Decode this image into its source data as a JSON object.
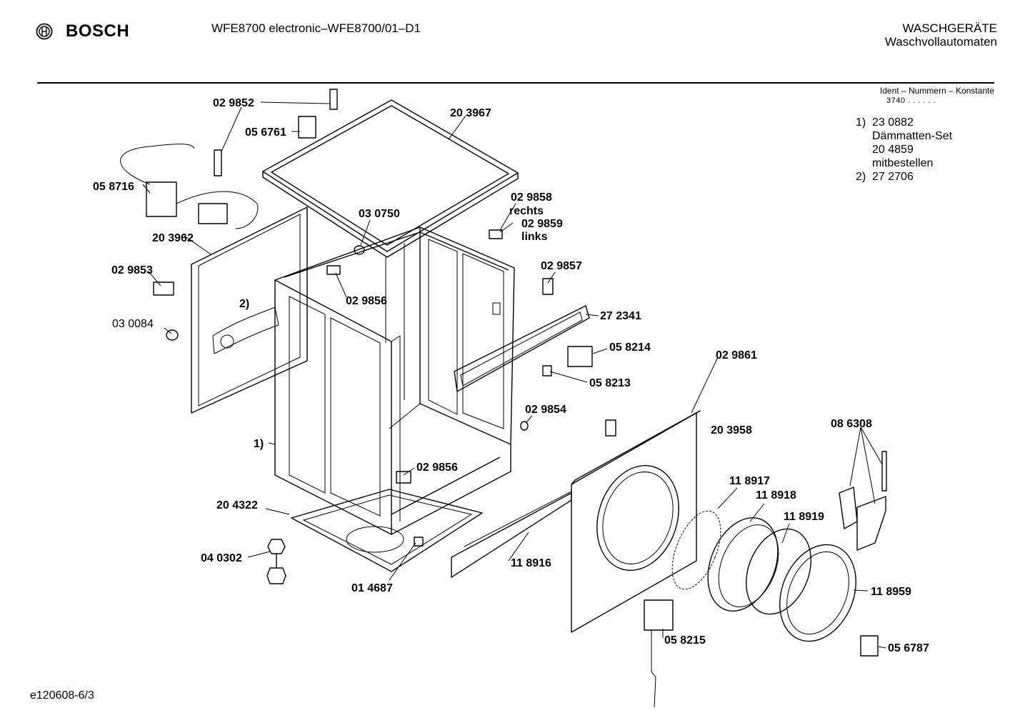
{
  "header": {
    "brand": "BOSCH",
    "title": "WFE8700 electronic–WFE8700/01–D1",
    "category_line1": "WASCHGERÄTE",
    "category_line2": "Waschvollautomaten"
  },
  "ident": {
    "heading": "Ident – Nummern – Konstante",
    "value": "3740  .  .  .  .  .  ."
  },
  "notes": [
    {
      "key": "1)",
      "lines": [
        "23 0882",
        "Dämmatten-Set",
        "20 4859",
        "mitbestellen"
      ]
    },
    {
      "key": "2)",
      "lines": [
        "27 2706"
      ]
    }
  ],
  "footer": {
    "code": "e120608-6/3"
  },
  "labels": [
    {
      "id": "p-029852",
      "text": "02 9852"
    },
    {
      "id": "p-056761",
      "text": "05 6761"
    },
    {
      "id": "p-203967",
      "text": "20 3967"
    },
    {
      "id": "p-058716",
      "text": "05 8716"
    },
    {
      "id": "p-029858",
      "text": "02 9858"
    },
    {
      "id": "p-rechts",
      "text": "rechts"
    },
    {
      "id": "p-030750",
      "text": "03 0750"
    },
    {
      "id": "p-029859",
      "text": "02 9859"
    },
    {
      "id": "p-links",
      "text": "links"
    },
    {
      "id": "p-203962",
      "text": "20 3962"
    },
    {
      "id": "p-029853",
      "text": "02 9853"
    },
    {
      "id": "p-029857",
      "text": "02 9857"
    },
    {
      "id": "p-029856a",
      "text": "02 9856"
    },
    {
      "id": "p-note2",
      "text": "2)"
    },
    {
      "id": "p-272341",
      "text": "27 2341"
    },
    {
      "id": "p-030084",
      "text": "03 0084"
    },
    {
      "id": "p-058214",
      "text": "05 8214"
    },
    {
      "id": "p-029861",
      "text": "02 9861"
    },
    {
      "id": "p-058213",
      "text": "05 8213"
    },
    {
      "id": "p-029854",
      "text": "02 9854"
    },
    {
      "id": "p-203958",
      "text": "20 3958"
    },
    {
      "id": "p-086308",
      "text": "08 6308"
    },
    {
      "id": "p-note1",
      "text": "1)"
    },
    {
      "id": "p-029856b",
      "text": "02 9856"
    },
    {
      "id": "p-118917",
      "text": "11 8917"
    },
    {
      "id": "p-118918",
      "text": "11 8918"
    },
    {
      "id": "p-204322",
      "text": "20 4322"
    },
    {
      "id": "p-118919",
      "text": "11 8919"
    },
    {
      "id": "p-040302",
      "text": "04 0302"
    },
    {
      "id": "p-118916",
      "text": "11 8916"
    },
    {
      "id": "p-118959",
      "text": "11 8959"
    },
    {
      "id": "p-014687",
      "text": "01 4687"
    },
    {
      "id": "p-058215",
      "text": "05 8215"
    },
    {
      "id": "p-056787",
      "text": "05 6787"
    }
  ]
}
